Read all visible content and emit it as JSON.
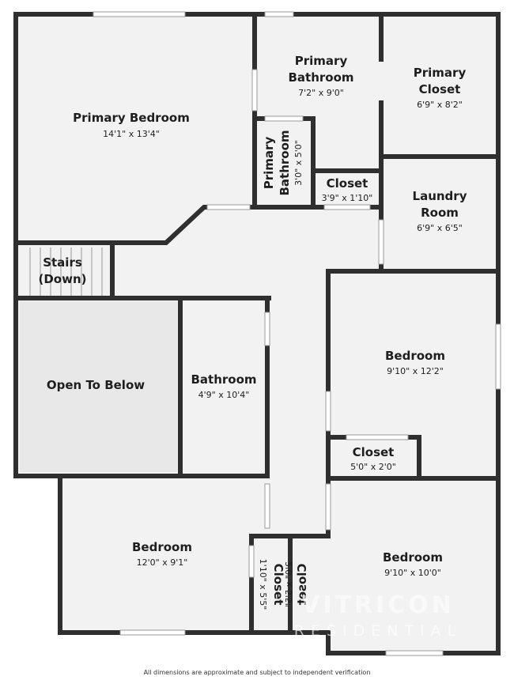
{
  "rooms": {
    "primary_bedroom": {
      "name": "Primary Bedroom",
      "dim": "14'1\" x 13'4\""
    },
    "primary_bathroom": {
      "name_line1": "Primary",
      "name_line2": "Bathroom",
      "dim": "7'2\" x 9'0\""
    },
    "primary_closet": {
      "name_line1": "Primary",
      "name_line2": "Closet",
      "dim": "6'9\" x 8'2\""
    },
    "primary_bathroom_small": {
      "name_line1": "Primary",
      "name_line2": "Bathroom",
      "dim": "3'0\" x 5'0\""
    },
    "closet_hall": {
      "name": "Closet",
      "dim": "3'9\" x 1'10\""
    },
    "laundry_room": {
      "name_line1": "Laundry",
      "name_line2": "Room",
      "dim": "6'9\" x 6'5\""
    },
    "stairs": {
      "name_line1": "Stairs",
      "name_line2": "(Down)"
    },
    "open_to_below": {
      "name": "Open To Below"
    },
    "bathroom": {
      "name": "Bathroom",
      "dim": "4'9\" x 10'4\""
    },
    "bedroom_right_upper": {
      "name": "Bedroom",
      "dim": "9'10\" x 12'2\""
    },
    "closet_right": {
      "name": "Closet",
      "dim": "5'0\" x 2'0\""
    },
    "bedroom_lower_left": {
      "name": "Bedroom",
      "dim": "12'0\" x 9'1\""
    },
    "closet_lower_a": {
      "name": "Closet",
      "dim": "1'10\" x 5'5\""
    },
    "closet_lower_b": {
      "name": "Closet",
      "dim": "2'0\" x 5'5\""
    },
    "bedroom_lower_right": {
      "name": "Bedroom",
      "dim": "9'10\" x 10'0\""
    }
  },
  "watermark": {
    "line1": "VITRICON",
    "line2": "RESIDENTIAL"
  },
  "footnote": "All dimensions are approximate and subject to independent verification",
  "colors": {
    "wall": "#2f2f2f",
    "floor": "#f2f2f2",
    "open_to_below": "#e8e8e8",
    "window": "#ffffff"
  }
}
